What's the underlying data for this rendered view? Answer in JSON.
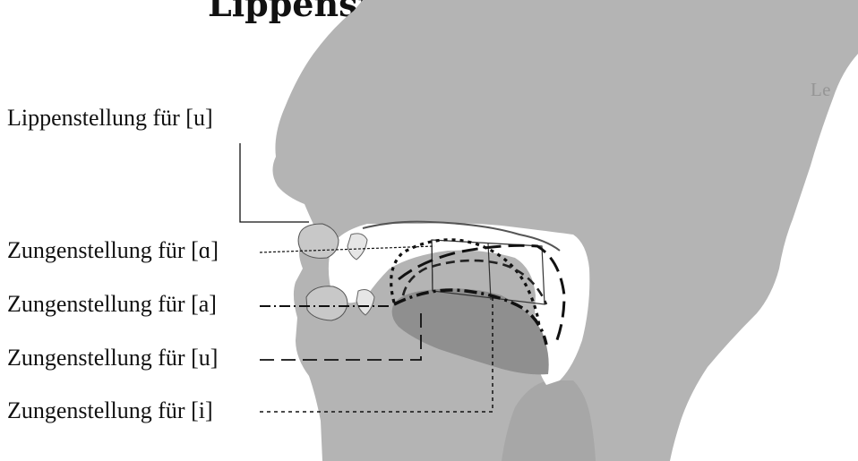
{
  "figure": {
    "top_caption": "Lippenstellung und Zungenstellung bei Vokalen",
    "labels": {
      "lips_u": "Lippenstellung für [u]",
      "tongue_back_a": "Zungenstellung für [ɑ]",
      "tongue_a": "Zungenstellung für [a]",
      "tongue_u": "Zungenstellung für [u]",
      "tongue_i": "Zungenstellung für [i]"
    }
  },
  "colors": {
    "head_fill": "#b4b4b4",
    "cavity_fill": "#ffffff",
    "tongue_fill": "#8f8f8f",
    "line_color": "#111111"
  }
}
